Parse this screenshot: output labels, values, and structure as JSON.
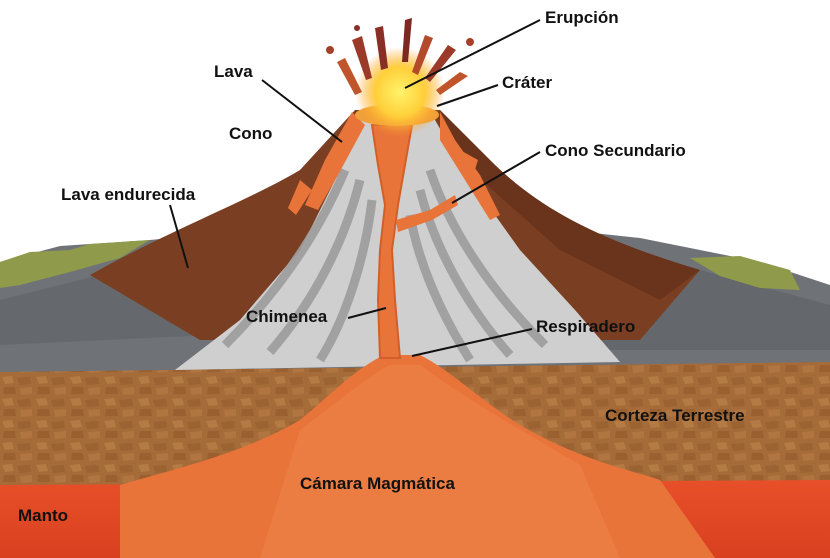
{
  "labels": {
    "erupcion": "Erupción",
    "lava": "Lava",
    "crater": "Cráter",
    "cono": "Cono",
    "cono_secundario": "Cono Secundario",
    "lava_endurecida": "Lava endurecida",
    "chimenea": "Chimenea",
    "respiradero": "Respiradero",
    "corteza_terrestre": "Corteza Terrestre",
    "camara_magmatica": "Cámara Magmática",
    "manto": "Manto"
  },
  "colors": {
    "background": "#ffffff",
    "magma": "#e8743a",
    "magma_light": "#f08a48",
    "mantle": "#e05a28",
    "crust": "#a8703a",
    "cone": "#7a3e22",
    "ash_layers": "#c9c9c9",
    "hardened_lava": "#6f7378",
    "vegetation": "#8f9a4a",
    "label_text": "#111111"
  }
}
